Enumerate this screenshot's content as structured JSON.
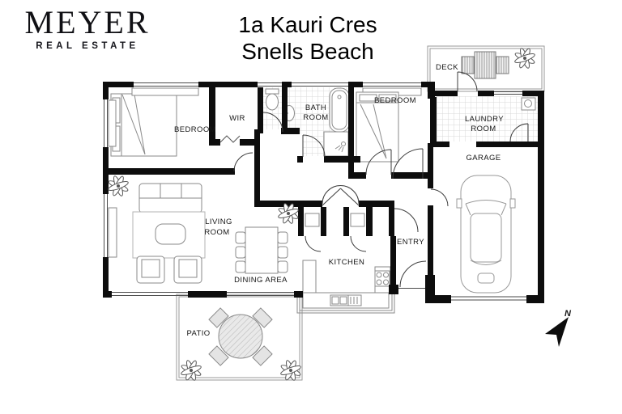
{
  "header": {
    "logo_title": "MEYER",
    "logo_subtitle": "REAL ESTATE",
    "address_line1": "1a Kauri Cres",
    "address_line2": "Snells Beach"
  },
  "floorplan": {
    "rooms": {
      "bedroom_left": "BEDROOM",
      "wir": "WIR",
      "bath_line1": "BATH",
      "bath_line2": "ROOM",
      "bedroom_right": "BEDROOM",
      "laundry_line1": "LAUNDRY",
      "laundry_line2": "ROOM",
      "deck": "DECK",
      "garage": "GARAGE",
      "living_line1": "LIVING",
      "living_line2": "ROOM",
      "dining": "DINING AREA",
      "kitchen": "KITCHEN",
      "entry": "ENTRY",
      "patio": "PATIO"
    },
    "compass_label": "N",
    "colors": {
      "wall": "#0d0d0d",
      "furniture_line": "#8a8a8a",
      "tile_line": "#d9d9d9",
      "label_text": "#161616"
    }
  }
}
